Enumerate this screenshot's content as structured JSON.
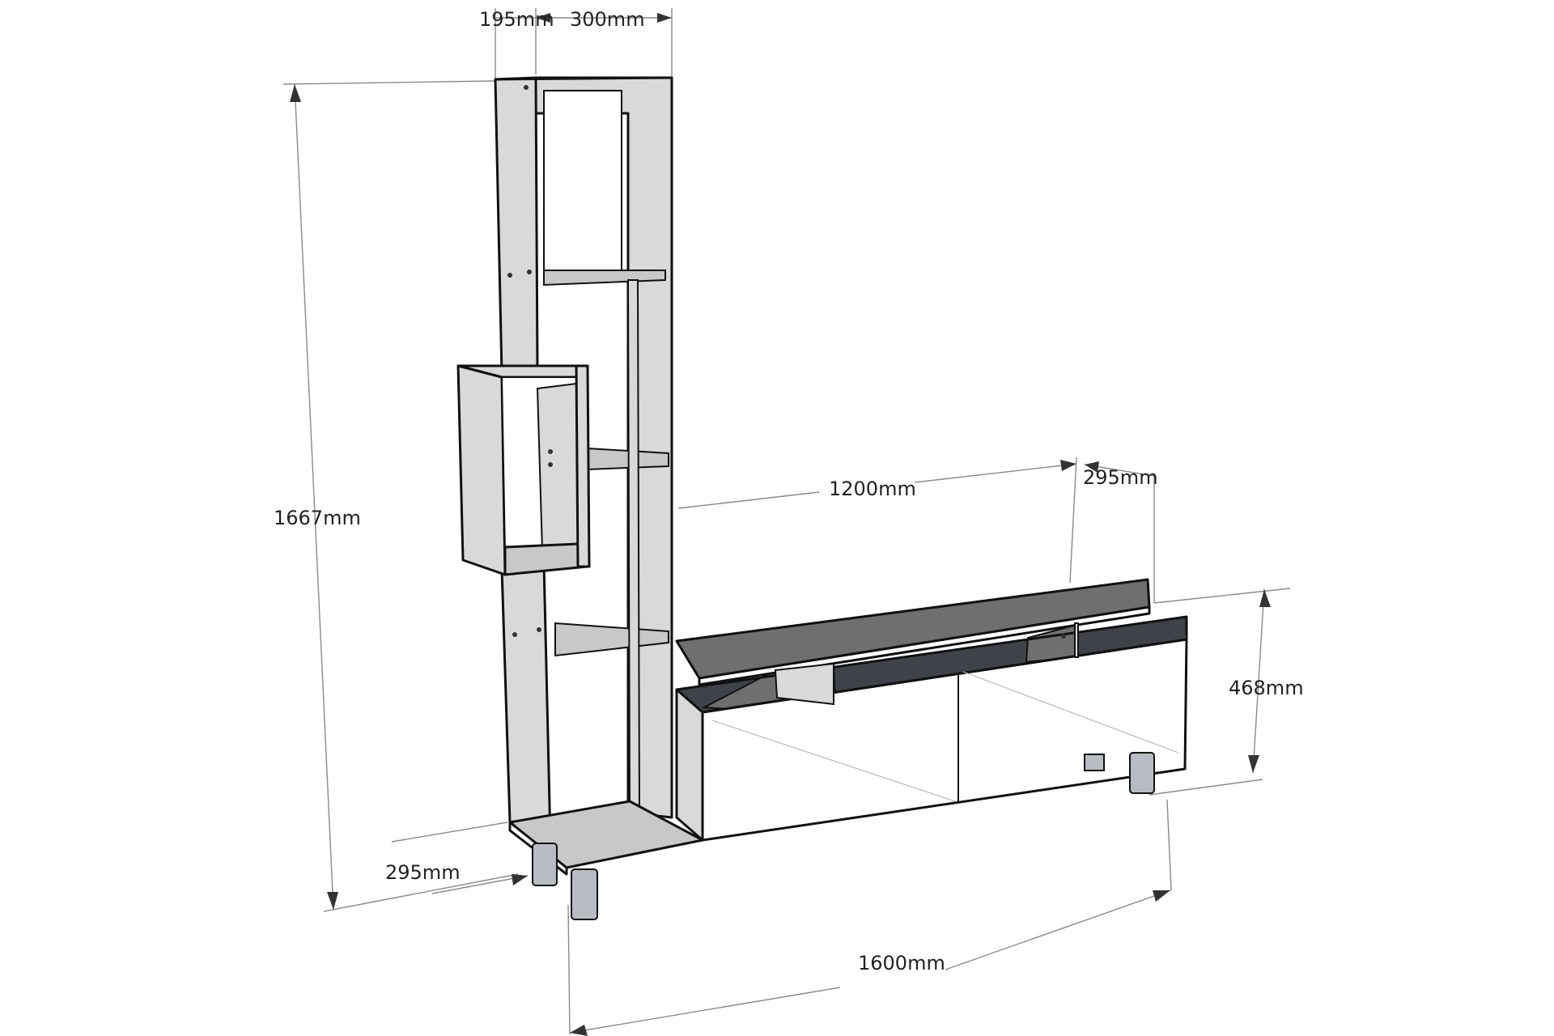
{
  "dimensions": {
    "top_left_width": "195mm",
    "top_right_width": "300mm",
    "total_height": "1667mm",
    "tv_top_length": "1200mm",
    "tv_top_depth": "295mm",
    "cabinet_height": "468mm",
    "tower_depth": "295mm",
    "total_width": "1600mm"
  },
  "colors": {
    "panel_light": "#d9d9d9",
    "panel_shelf": "#c8c8c8",
    "panel_dark": "#6f6f6f",
    "panel_back": "#3f4349",
    "front_white": "#ffffff",
    "leg_metal": "#b8bcc2"
  }
}
